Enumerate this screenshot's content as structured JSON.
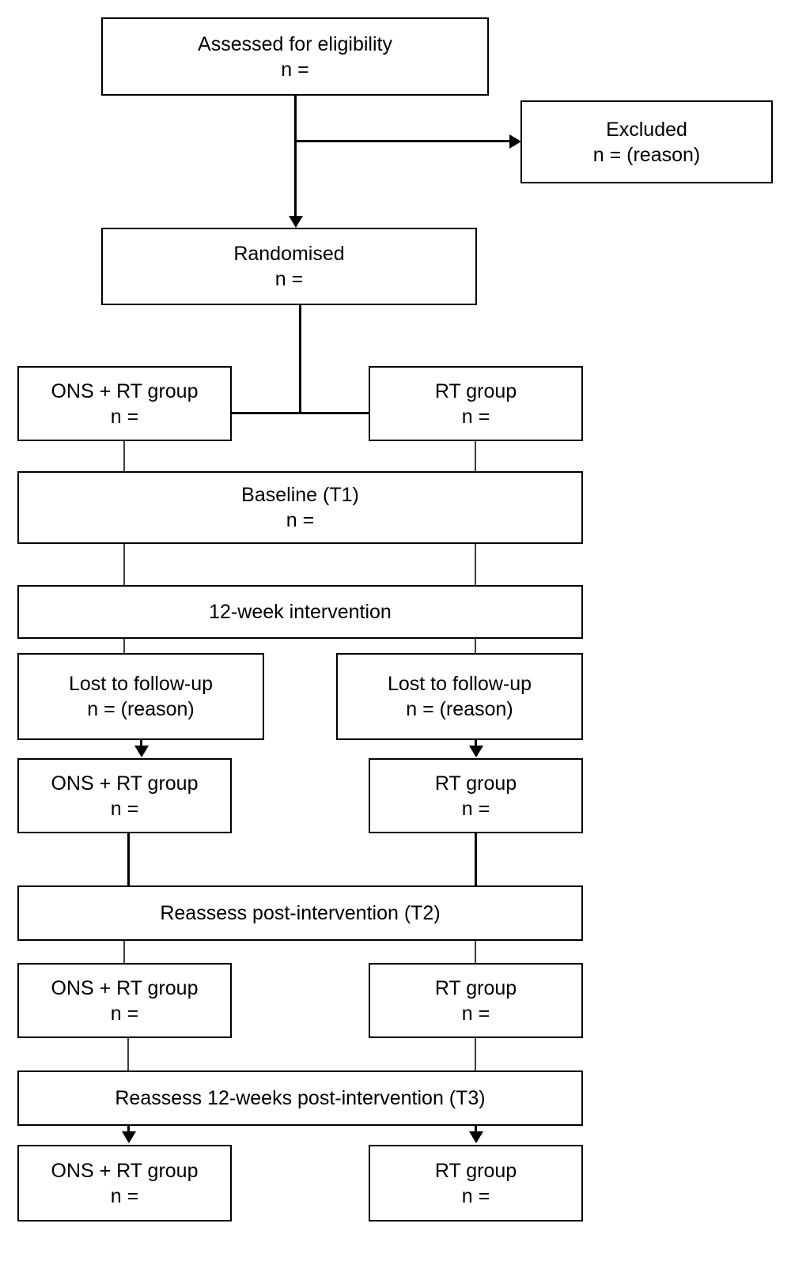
{
  "diagram": {
    "title": "CONSORT participant flow diagram",
    "type": "flowchart",
    "line_color": "#000000",
    "connector_color": "#3f3f3f",
    "box_fill": "#ffffff",
    "text_color": "#000000"
  },
  "nodes": {
    "assessed": {
      "line1": "Assessed for eligibility",
      "line2": "n ="
    },
    "excluded": {
      "line1": "Excluded",
      "line2": "n = (reason)"
    },
    "randomised": {
      "line1": "Randomised",
      "line2": "n ="
    },
    "alloc_ons": {
      "line1": "ONS + RT group",
      "line2": "n ="
    },
    "alloc_rt": {
      "line1": "RT group",
      "line2": "n ="
    },
    "baseline": {
      "line1": "Baseline (T1)",
      "line2": "n ="
    },
    "intervention": {
      "line1": "12-week intervention",
      "line2": ""
    },
    "lost_left": {
      "line1": "Lost to follow-up",
      "line2": "n = (reason)"
    },
    "lost_right": {
      "line1": "Lost to follow-up",
      "line2": "n = (reason)"
    },
    "post_ons": {
      "line1": "ONS + RT group",
      "line2": "n ="
    },
    "post_rt": {
      "line1": "RT group",
      "line2": "n ="
    },
    "reassess_t2": {
      "line1": "Reassess post-intervention  (T2)",
      "line2": ""
    },
    "t2_ons": {
      "line1": "ONS + RT group",
      "line2": "n ="
    },
    "t2_rt": {
      "line1": "RT group",
      "line2": "n ="
    },
    "reassess_t3": {
      "line1": "Reassess 12-weeks post-intervention  (T3)",
      "line2": ""
    },
    "t3_ons": {
      "line1": "ONS + RT group",
      "line2": "n ="
    },
    "t3_rt": {
      "line1": "RT group",
      "line2": "n ="
    }
  }
}
